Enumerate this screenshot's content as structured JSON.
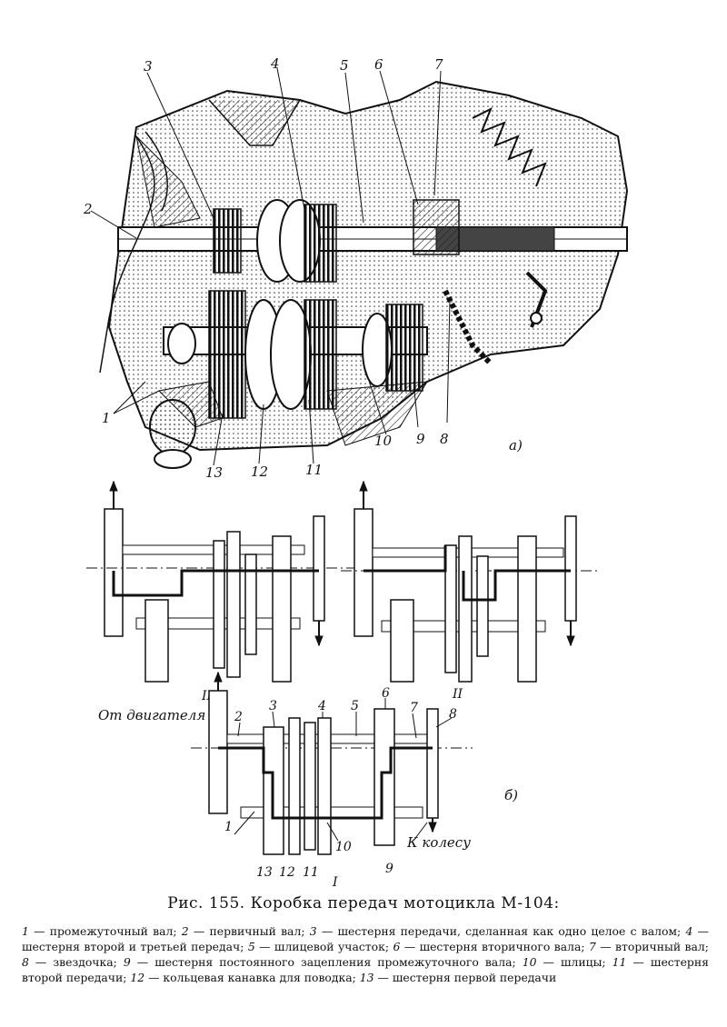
{
  "figure_a": {
    "tag": "а)",
    "callouts": [
      "1",
      "2",
      "3",
      "4",
      "5",
      "6",
      "7",
      "8",
      "9",
      "10",
      "11",
      "12",
      "13"
    ]
  },
  "figure_b": {
    "tag": "б)",
    "diagram_III": "III",
    "diagram_II": "II",
    "diagram_I": "I",
    "from_engine": "От двигателя",
    "to_wheel": "К колесу",
    "callouts": [
      "1",
      "2",
      "3",
      "4",
      "5",
      "6",
      "7",
      "8",
      "9",
      "10",
      "11",
      "12",
      "13"
    ]
  },
  "title": "Рис. 155. Коробка передач мотоцикла М-104:",
  "legend": [
    {
      "n": "1",
      "t": "промежуточный вал;"
    },
    {
      "n": "2",
      "t": "первичный вал;"
    },
    {
      "n": "3",
      "t": "шестерня передачи, сделанная как одно целое с валом;"
    },
    {
      "n": "4",
      "t": "шестерня второй и третьей передач;"
    },
    {
      "n": "5",
      "t": "шлицевой участок;"
    },
    {
      "n": "6",
      "t": "шестерня вторичного вала;"
    },
    {
      "n": "7",
      "t": "вторичный вал;"
    },
    {
      "n": "8",
      "t": "звездочка;"
    },
    {
      "n": "9",
      "t": "шестерня постоянного зацепления промежуточного вала;"
    },
    {
      "n": "10",
      "t": "шлицы;"
    },
    {
      "n": "11",
      "t": "шестерня второй передачи;"
    },
    {
      "n": "12",
      "t": "кольцевая канавка для поводка;"
    },
    {
      "n": "13",
      "t": "шестерня первой передачи"
    }
  ]
}
